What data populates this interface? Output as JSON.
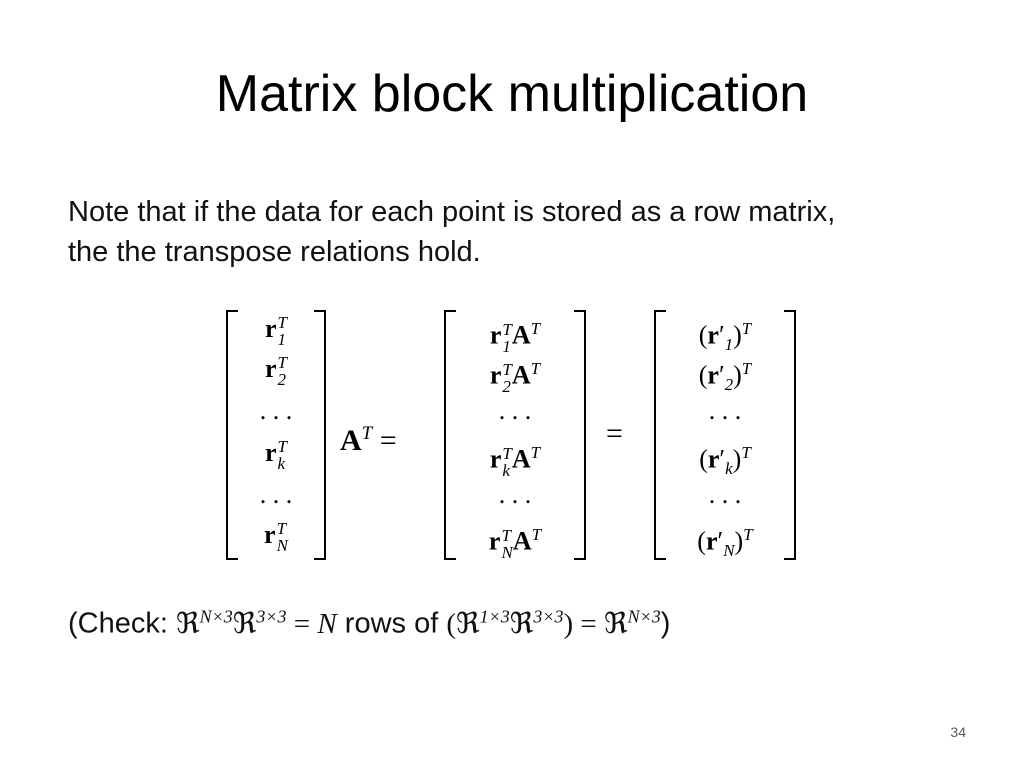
{
  "slide": {
    "title": "Matrix block multiplication",
    "note_line1": "Note that if the data for each point is stored as a row matrix,",
    "note_line2": "the the transpose relations hold.",
    "check_label": "(Check:",
    "check_rows_text": "rows of",
    "page_number": "34"
  },
  "equation": {
    "left_matrix_rows": [
      "r1^T",
      "r2^T",
      "...",
      "rk^T",
      "...",
      "rN^T"
    ],
    "multiplier": "A^T",
    "middle_matrix_rows": [
      "r1^T A^T",
      "r2^T A^T",
      "...",
      "rk^T A^T",
      "...",
      "rN^T A^T"
    ],
    "right_matrix_rows": [
      "(r'1)^T",
      "(r'2)^T",
      "...",
      "(r'k)^T",
      "...",
      "(r'N)^T"
    ],
    "check_expression": "ℜ^{N×3} ℜ^{3×3} = N rows of (ℜ^{1×3} ℜ^{3×3}) = ℜ^{N×3}"
  }
}
